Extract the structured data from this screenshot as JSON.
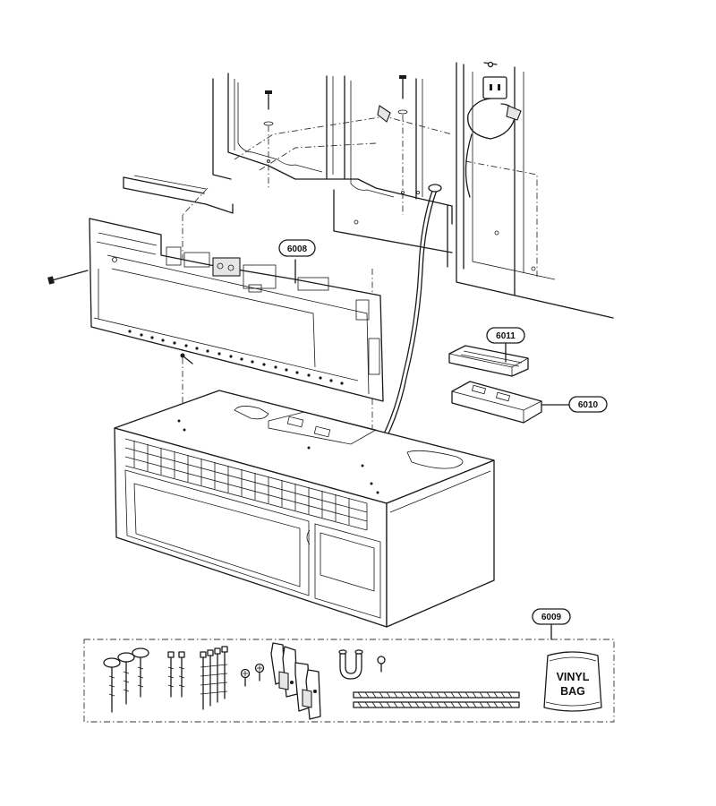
{
  "callouts": {
    "mounting_plate": "6008",
    "filter_top": "6011",
    "filter_bottom": "6010",
    "hardware_kit": "6009"
  },
  "bag_label": {
    "line1": "VINYL",
    "line2": "BAG"
  }
}
